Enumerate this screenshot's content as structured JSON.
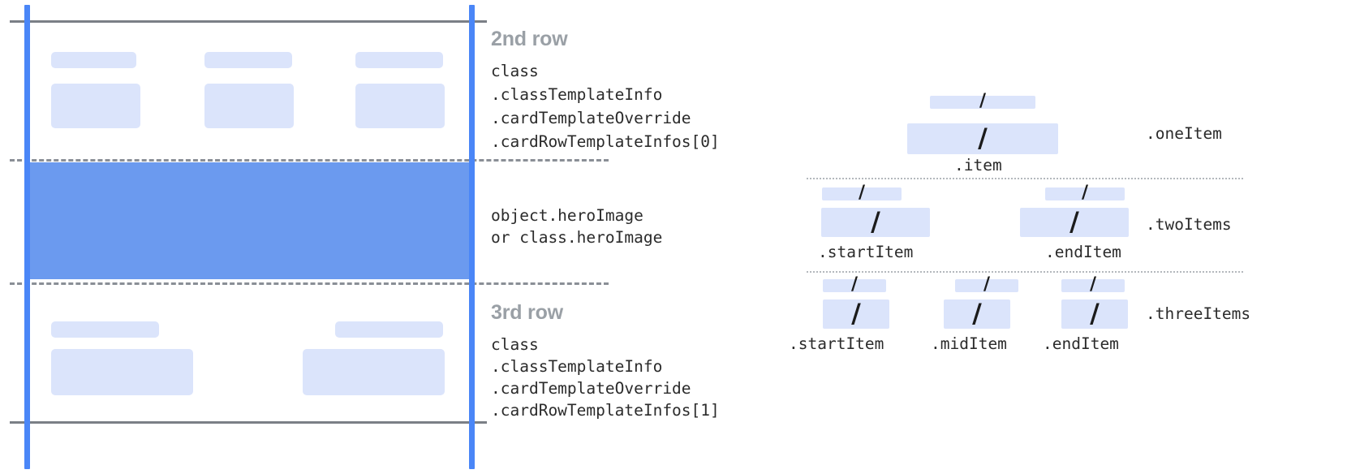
{
  "diagram": {
    "title_hidden": "",
    "accent_blue": "#4a86f7",
    "hero_blue": "#6b9aef",
    "placeholder_blue": "#dbe4fb",
    "rule_gray": "#7b7f86",
    "label_gray": "#9aa0a6"
  },
  "left_card": {
    "rows": [
      {
        "heading": "2nd row",
        "code_lines": [
          "class",
          ".classTemplateInfo",
          ".cardTemplateOverride",
          ".cardRowTemplateInfos[0]"
        ]
      },
      {
        "heading": "",
        "code_lines": [
          "object.heroImage",
          "or class.heroImage"
        ]
      },
      {
        "heading": "3rd row",
        "code_lines": [
          "class",
          ".classTemplateInfo",
          ".cardTemplateOverride",
          ".cardRowTemplateInfos[1]"
        ]
      }
    ]
  },
  "right_items": {
    "sections": [
      {
        "name": ".oneItem",
        "slots": [
          {
            "label": ".item",
            "glyph": "/"
          }
        ]
      },
      {
        "name": ".twoItems",
        "slots": [
          {
            "label": ".startItem",
            "glyph": "/"
          },
          {
            "label": ".endItem",
            "glyph": "/"
          }
        ]
      },
      {
        "name": ".threeItems",
        "slots": [
          {
            "label": ".startItem",
            "glyph": "/"
          },
          {
            "label": ".midItem",
            "glyph": "/"
          },
          {
            "label": ".endItem",
            "glyph": "/"
          }
        ]
      }
    ]
  }
}
